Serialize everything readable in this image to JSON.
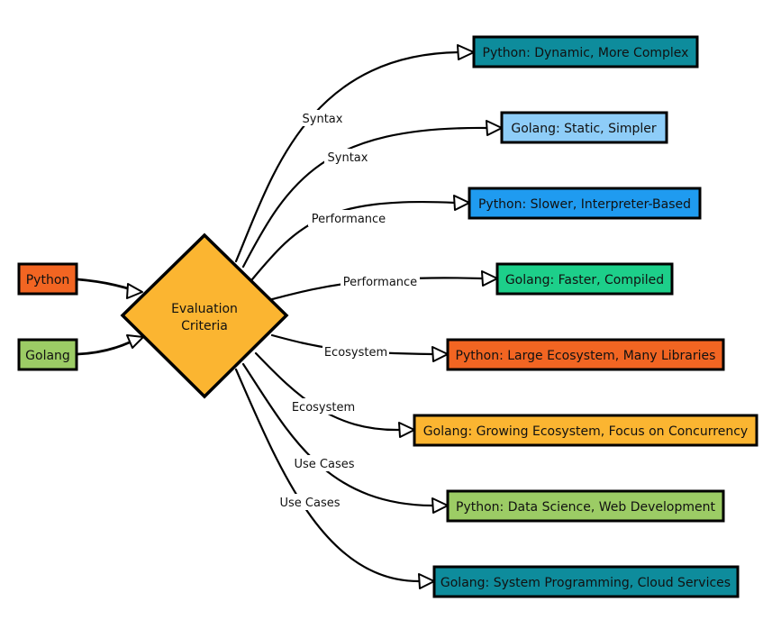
{
  "sources": [
    {
      "id": "python",
      "label": "Python",
      "color": "#f26522"
    },
    {
      "id": "golang",
      "label": "Golang",
      "color": "#9ccc65"
    }
  ],
  "center": {
    "label_line1": "Evaluation",
    "label_line2": "Criteria",
    "color": "#fbb531"
  },
  "targets": [
    {
      "id": "t1",
      "label": "Python: Dynamic, More Complex",
      "color": "#0e8c9c"
    },
    {
      "id": "t2",
      "label": "Golang: Static, Simpler",
      "color": "#8ecdf8"
    },
    {
      "id": "t3",
      "label": "Python: Slower, Interpreter-Based",
      "color": "#1f9bf0"
    },
    {
      "id": "t4",
      "label": "Golang: Faster, Compiled",
      "color": "#1dcf8a"
    },
    {
      "id": "t5",
      "label": "Python: Large Ecosystem, Many Libraries",
      "color": "#f26522"
    },
    {
      "id": "t6",
      "label": "Golang: Growing Ecosystem, Focus on Concurrency",
      "color": "#fbb531"
    },
    {
      "id": "t7",
      "label": "Python: Data Science, Web Development",
      "color": "#9ccc65"
    },
    {
      "id": "t8",
      "label": "Golang: System Programming, Cloud Services",
      "color": "#0e8c9c"
    }
  ],
  "edge_labels": [
    "Syntax",
    "Syntax",
    "Performance",
    "Performance",
    "Ecosystem",
    "Ecosystem",
    "Use Cases",
    "Use Cases"
  ]
}
